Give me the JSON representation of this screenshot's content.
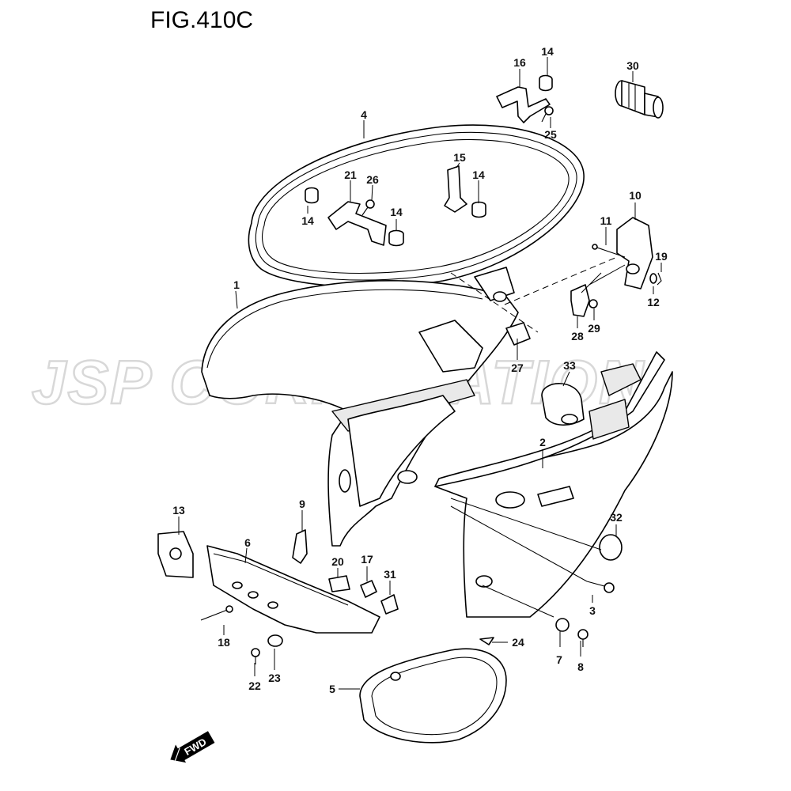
{
  "figure": {
    "title": "FIG.410C",
    "watermark": "JSP CORPORATION",
    "direction_marker": "FWD"
  },
  "callouts": [
    {
      "id": "c1",
      "label": "1"
    },
    {
      "id": "c2",
      "label": "2"
    },
    {
      "id": "c3",
      "label": "3"
    },
    {
      "id": "c4",
      "label": "4"
    },
    {
      "id": "c5",
      "label": "5"
    },
    {
      "id": "c6",
      "label": "6"
    },
    {
      "id": "c7",
      "label": "7"
    },
    {
      "id": "c8",
      "label": "8"
    },
    {
      "id": "c9",
      "label": "9"
    },
    {
      "id": "c10",
      "label": "10"
    },
    {
      "id": "c11",
      "label": "11"
    },
    {
      "id": "c12",
      "label": "12"
    },
    {
      "id": "c13",
      "label": "13"
    },
    {
      "id": "c14a",
      "label": "14"
    },
    {
      "id": "c14b",
      "label": "14"
    },
    {
      "id": "c14c",
      "label": "14"
    },
    {
      "id": "c14d",
      "label": "14"
    },
    {
      "id": "c15",
      "label": "15"
    },
    {
      "id": "c16",
      "label": "16"
    },
    {
      "id": "c17",
      "label": "17"
    },
    {
      "id": "c18",
      "label": "18"
    },
    {
      "id": "c19",
      "label": "19"
    },
    {
      "id": "c20",
      "label": "20"
    },
    {
      "id": "c21",
      "label": "21"
    },
    {
      "id": "c22",
      "label": "22"
    },
    {
      "id": "c23",
      "label": "23"
    },
    {
      "id": "c24",
      "label": "24"
    },
    {
      "id": "c25",
      "label": "25"
    },
    {
      "id": "c26",
      "label": "26"
    },
    {
      "id": "c27",
      "label": "27"
    },
    {
      "id": "c28",
      "label": "28"
    },
    {
      "id": "c29",
      "label": "29"
    },
    {
      "id": "c30",
      "label": "30"
    },
    {
      "id": "c31",
      "label": "31"
    },
    {
      "id": "c32",
      "label": "32"
    },
    {
      "id": "c33",
      "label": "33"
    }
  ]
}
